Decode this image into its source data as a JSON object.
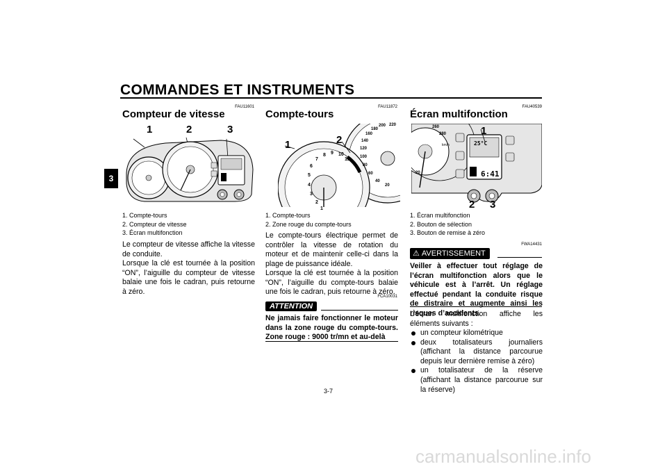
{
  "header": {
    "title": "COMMANDES ET INSTRUMENTS",
    "chapter": "3"
  },
  "page_number": "3-7",
  "watermark": "carmanualsonline.info",
  "col1": {
    "code": "FAU11601",
    "heading": "Compteur de vitesse",
    "callouts": [
      "1",
      "2",
      "3"
    ],
    "captions": [
      "1.  Compte-tours",
      "2.  Compteur de vitesse",
      "3.  Écran multifonction"
    ],
    "body": "Le compteur de vitesse affiche la vitesse de conduite.",
    "body2": "Lorsque la clé est tournée à la position “ON”, l’aiguille du compteur de vitesse balaie une fois le cadran, puis retourne à zéro."
  },
  "col2": {
    "code": "FAU11872",
    "heading": "Compte-tours",
    "callouts": [
      "1",
      "2"
    ],
    "captions": [
      "1.  Compte-tours",
      "2.  Zone rouge du compte-tours"
    ],
    "body": "Le compte-tours électrique permet de contrôler la vitesse de rotation du moteur et de maintenir celle-ci dans la plage de puissance idéale.",
    "body2": "Lorsque la clé est tournée à la position “ON”, l’aiguille du compte-tours balaie une fois le cadran, puis retourne à zéro.",
    "code2": "FCA10031",
    "attention_label": "ATTENTION",
    "attention_text": "Ne jamais faire fonctionner le moteur dans la zone rouge du compte-tours. Zone rouge : 9000 tr/mn et au-delà"
  },
  "col3": {
    "code": "FAU40539",
    "heading": "Écran multifonction",
    "callouts": [
      "1",
      "2",
      "3"
    ],
    "captions": [
      "1.  Écran multifonction",
      "2.  Bouton de sélection",
      "3.  Bouton de remise à zéro"
    ],
    "code2": "FWA14431",
    "warning_label": "AVERTISSEMENT",
    "warning_text": "Veiller à effectuer tout réglage de l’écran multifonction alors que le véhicule est à l’arrêt. Un réglage effectué pendant la conduite risque de distraire et augmente ainsi les risques d’accidents.",
    "body": "L’écran multifonction affiche les éléments suivants :",
    "bullets": [
      "un compteur kilométrique",
      "deux totalisateurs journaliers (affichant la distance parcourue depuis leur dernière remise à zéro)",
      "un totalisateur de la réserve (affichant la distance parcourue sur la réserve)"
    ]
  },
  "gauge_labels": {
    "tach": [
      "1",
      "2",
      "3",
      "4",
      "5",
      "6",
      "7",
      "8",
      "9",
      "10",
      "11"
    ],
    "speedo": [
      "20",
      "40",
      "60",
      "80",
      "100",
      "120",
      "140",
      "160",
      "180",
      "200",
      "220"
    ],
    "speedo_small": [
      "260",
      "280",
      "km/h"
    ],
    "lcd": [
      "25°C",
      "6:41"
    ]
  }
}
